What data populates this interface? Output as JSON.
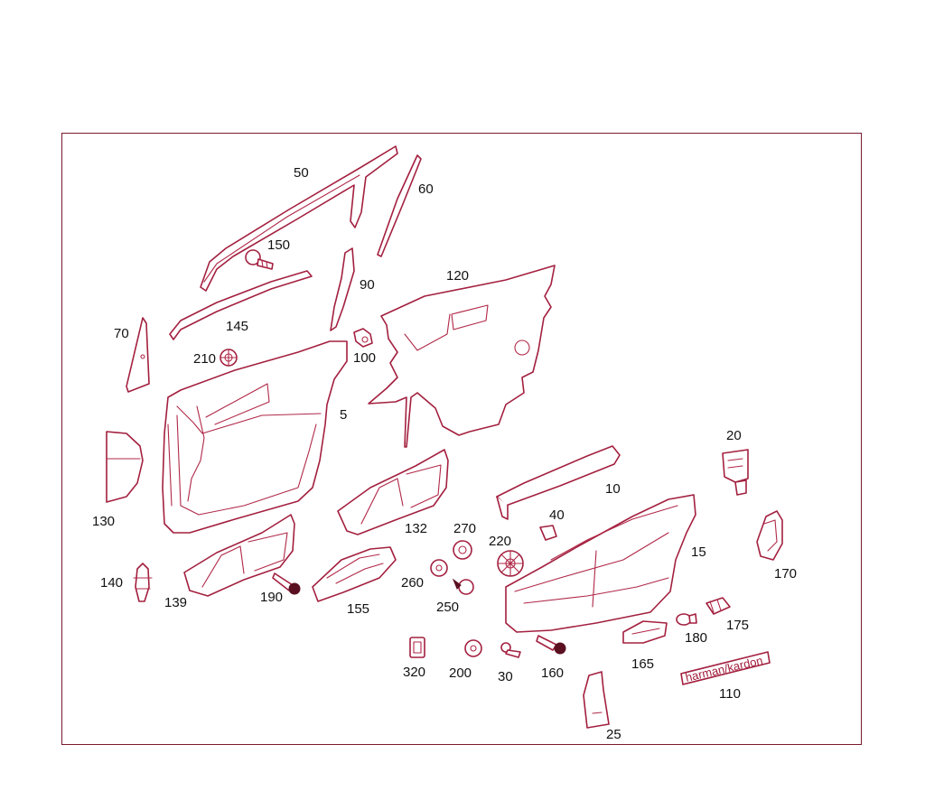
{
  "frame_color": "#7a1a2e",
  "line_color": "#a3203f",
  "labels": {
    "p50": "50",
    "p60": "60",
    "p150": "150",
    "p90": "90",
    "p120": "120",
    "p70": "70",
    "p145": "145",
    "p210": "210",
    "p100": "100",
    "p5": "5",
    "p130": "130",
    "p20": "20",
    "p10": "10",
    "p132": "132",
    "p270": "270",
    "p40": "40",
    "p220": "220",
    "p15": "15",
    "p170": "170",
    "p140": "140",
    "p260": "260",
    "p190": "190",
    "p139": "139",
    "p155": "155",
    "p250": "250",
    "p175": "175",
    "p180": "180",
    "p165": "165",
    "p320": "320",
    "p200": "200",
    "p30": "30",
    "p160": "160",
    "p110": "110",
    "p25": "25"
  },
  "badge_text": "harman/kardon"
}
